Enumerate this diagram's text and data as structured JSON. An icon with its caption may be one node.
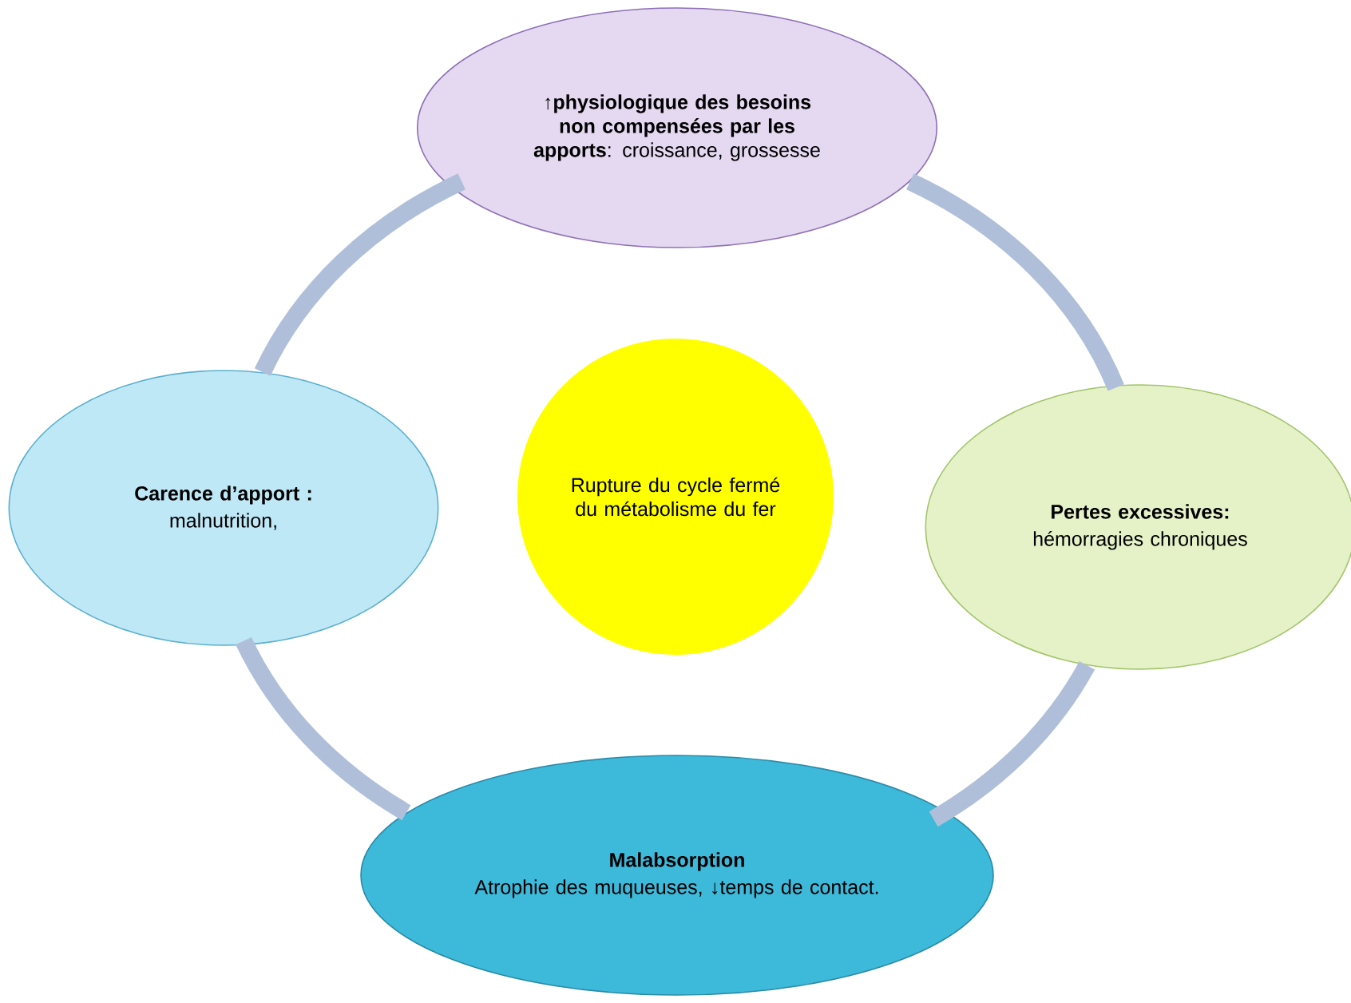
{
  "diagram": {
    "nodes": [
      {
        "text": [
          "**↑physiologique des besoins non compensées par les apports**: croissance, grossesse"
        ]
      },
      {
        "text": [
          "Carence d’apport :",
          "malnutrition,"
        ]
      },
      {
        "text": [
          "Rupture du cycle fermé du métabolisme du fer"
        ]
      },
      {
        "text": [
          "Pertes excessives:",
          "hémorragies chroniques"
        ]
      },
      {
        "text": [
          "Malabsorption",
          "Atrophie des muqueuses, ↓temps de contact."
        ]
      }
    ],
    "edges": [
      {
        "from": 0,
        "to": 3,
        "arrow": "none"
      },
      {
        "from": 3,
        "to": 4,
        "arrow": "none"
      },
      {
        "from": 4,
        "to": 1,
        "arrow": "none"
      },
      {
        "from": 1,
        "to": 0,
        "arrow": "none"
      }
    ]
  }
}
